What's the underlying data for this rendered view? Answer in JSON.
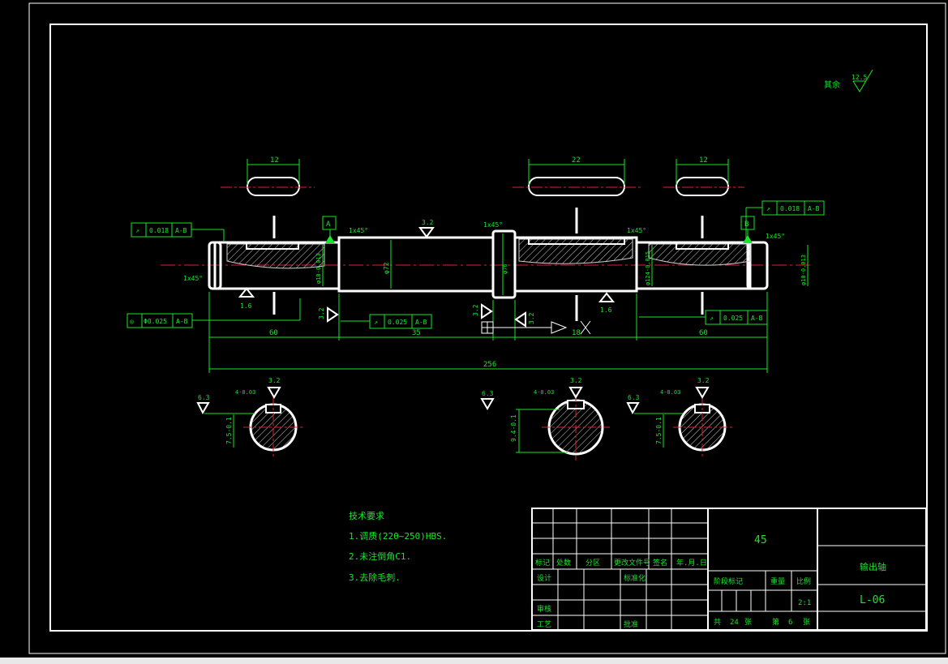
{
  "drawing": {
    "surface_finish_note": "其余",
    "surface_finish_value": "12.5",
    "dimensions": {
      "key1_width": "12",
      "key2_width": "22",
      "key3_width": "12",
      "seg1": "60",
      "seg2": "35",
      "seg3": "18",
      "seg4": "60",
      "total": "256",
      "dia_mid": "φ72",
      "dia_left": "φ10-0.013",
      "dia_collar": "φ76",
      "dia_right1": "φ124-0.015",
      "dia_right2": "φ10-0.013",
      "chamfer": "1x45°"
    },
    "roughness": {
      "r32": "3.2",
      "r16": "1.6",
      "r63": "6.3"
    },
    "tolerances": {
      "runout_left": "0.018",
      "datum_ab": "A-B",
      "concentric": "Φ0.025",
      "runout_mid": "0.025",
      "runout_right_top": "0.018",
      "runout_right_bottom": "0.025"
    },
    "datums": {
      "a": "A",
      "b": "B"
    },
    "sections": {
      "s1_key": "4-0.03",
      "s1_depth": "7.5-0.1",
      "s2_key": "4-0.03",
      "s2_depth": "9.4-0.1",
      "s3_key": "4-0.03",
      "s3_depth": "7.5-0.1"
    },
    "tech_req": {
      "title": "技术要求",
      "line1": "1.调质(220~250)HBS.",
      "line2": "2.未注倒角C1.",
      "line3": "3.去除毛刺."
    }
  },
  "title_block": {
    "material": "45",
    "part_name": "输出轴",
    "drawing_no": "L-06",
    "h_mark": "标记",
    "h_count": "处数",
    "h_zone": "分区",
    "h_docno": "更改文件号",
    "h_sign": "签名",
    "h_date": "年.月.日",
    "h_design": "设计",
    "h_std": "标准化",
    "h_check": "审核",
    "h_process": "工艺",
    "h_approve": "批准",
    "h_stage": "阶段标记",
    "h_weight": "重量",
    "h_scale": "比例",
    "scale": "2:1",
    "total_label": "共",
    "total_sheets": "24",
    "sheets_unit": "张",
    "sheet_label": "第",
    "sheet_no": "6",
    "sheet_unit": "张"
  }
}
